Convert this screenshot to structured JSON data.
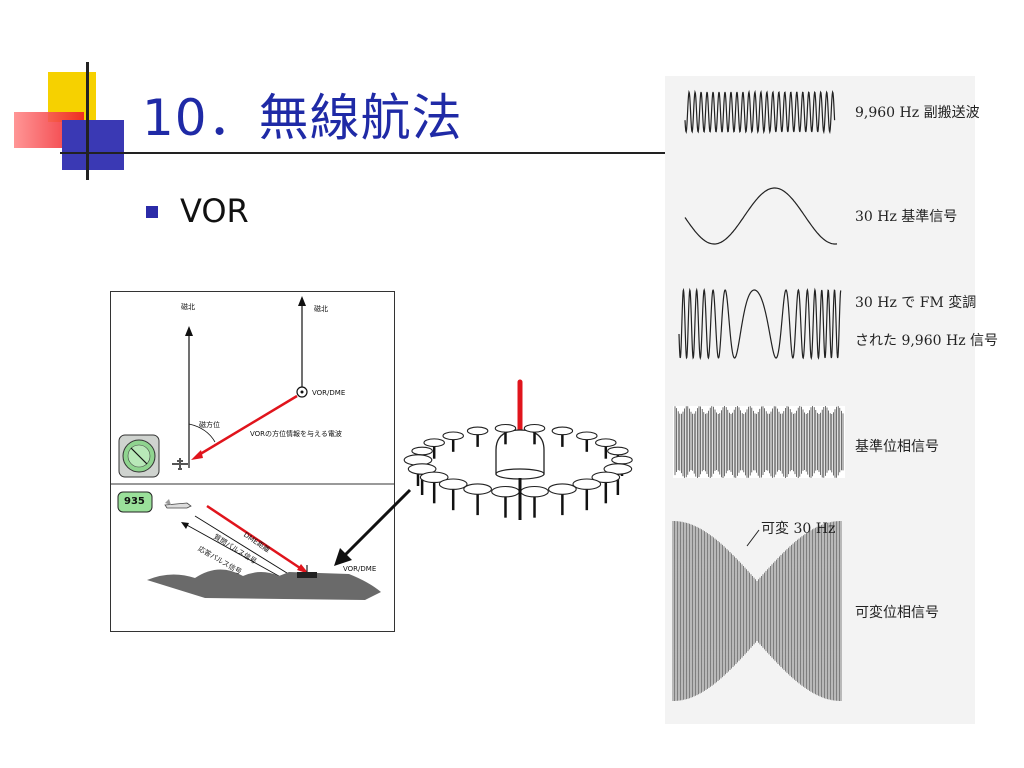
{
  "slide": {
    "title": "10．無線航法",
    "bullet": "VOR"
  },
  "diagram": {
    "north_left": "磁北",
    "north_right": "磁北",
    "station_top": "VOR/DME",
    "bearing_label": "磁方位",
    "signal_label": "VORの方位情報を与える電波",
    "dme_readout": "935",
    "dme_distance": "DME距離",
    "interrogation": "質問パルス信号",
    "reply": "応答パルス信号",
    "station_bottom": "VOR/DME"
  },
  "waveforms": {
    "w1": "9,960 Hz 副搬送波",
    "w2": "30 Hz 基準信号",
    "w3a": "30 Hz で FM 変調",
    "w3b": "された 9,960 Hz 信号",
    "w4": "基準位相信号",
    "w5_note": "可変 30 Hz",
    "w5": "可変位相信号"
  },
  "colors": {
    "title": "#1f2aa6",
    "accent_red": "#e0141c",
    "bullet": "#2b2ba8"
  }
}
